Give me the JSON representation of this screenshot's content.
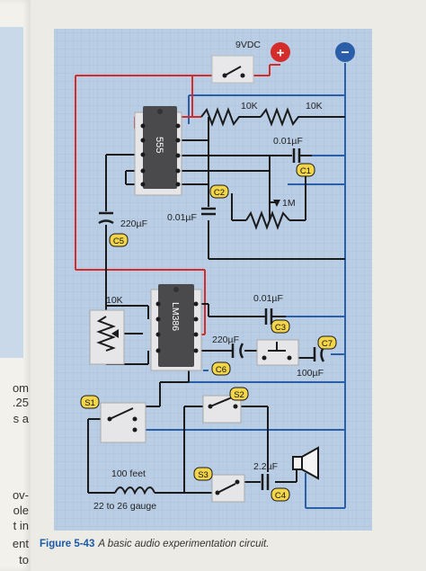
{
  "page_fragments": [
    "om",
    ".25",
    "s a",
    "ov-",
    "ole",
    "t in",
    "ent",
    "to"
  ],
  "diagram": {
    "power_label": "9VDC",
    "plus_symbol": "+",
    "minus_symbol": "−",
    "ic_555": "555",
    "ic_lm386": "LM386",
    "r_top_left": "10K",
    "r_top_right": "10K",
    "cap_c1_value": "0.01µF",
    "cap_c1_tag": "C1",
    "cap_c2_tag": "C2",
    "cap_c2_value": "0.01µF",
    "pot_1m": "1M",
    "cap_c5_value": "220µF",
    "cap_c5_tag": "C5",
    "pot_10k": "10K",
    "cap_c3_value": "0.01µF",
    "cap_c3_tag": "C3",
    "cap_c6_value": "220µF",
    "cap_c6_tag": "C6",
    "cap_c7_tag": "C7",
    "cap_c7_value": "100µF",
    "switch_s1": "S1",
    "switch_s2": "S2",
    "switch_s3": "S3",
    "cap_c4_value": "2.2µF",
    "cap_c4_tag": "C4",
    "coil_length": "100 feet",
    "coil_gauge": "22 to 26 gauge"
  },
  "caption": {
    "figure_number": "Figure 5-43",
    "text": "A basic audio experimentation circuit."
  },
  "colors": {
    "background": "#b9cde4",
    "wire_black": "#1a1a1a",
    "wire_red": "#d42b2b",
    "wire_blue": "#2a5ea8",
    "label_yellow": "#f3d54a",
    "figure_blue": "#1a5aa6"
  }
}
